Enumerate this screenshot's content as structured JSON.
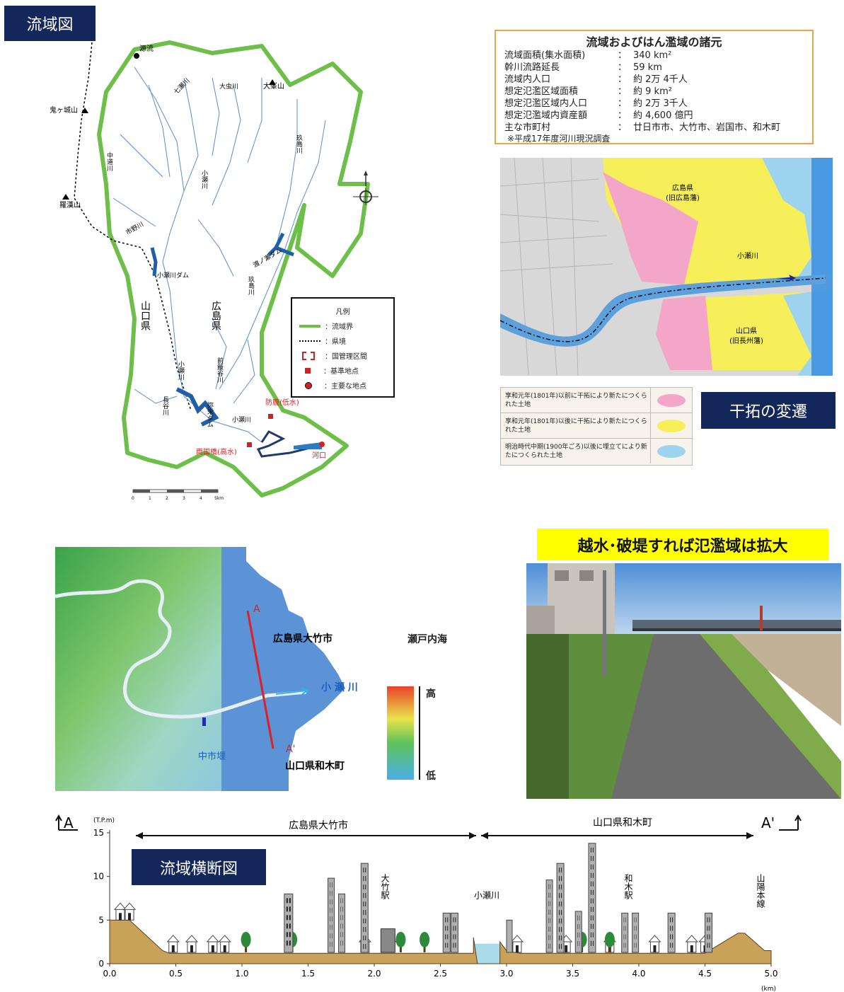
{
  "labels": {
    "basin_map": "流域図",
    "reclamation": "干拓の変遷",
    "cross_section": "流域横断図"
  },
  "basin_map": {
    "place_names": {
      "source": "源流",
      "onigajo": "鬼ヶ城山",
      "rakanzan": "羅漢山",
      "ohminesan": "大峯山",
      "nanasegawa": "七瀬川",
      "oomushigawa": "大虫川",
      "nakamichigawa": "中道川",
      "koseaw": "小瀬川",
      "gensuigawa": "玖島川",
      "ichinogawa": "市野川",
      "koseriver_dam": "小瀬川ダム",
      "yasenodam": "渡ノ瀬ダム",
      "gensui2": "玖島川",
      "yamaguchi": "山口県",
      "hiroshima": "広島県",
      "kose_lower": "小瀬川",
      "mae_iigawa": "前飯谷川",
      "nagatani": "長谷川",
      "yasaku_dam": "弥栄ダム",
      "kose3": "小瀬川",
      "bouka": "防鹿(低水)",
      "ryogoku": "両国橋(高水)",
      "kakou": "河口"
    },
    "legend": {
      "title": "凡例",
      "items": [
        {
          "label": "：流域界",
          "color": "#5cb85c"
        },
        {
          "label": "：県境",
          "color": "#000000"
        },
        {
          "label": "：国管理区間",
          "color": "#d62020"
        },
        {
          "label": "：基準地点",
          "color": "#d62020"
        },
        {
          "label": "：主要な地点",
          "color": "#d62020"
        }
      ]
    },
    "scale": [
      "0",
      "1",
      "2",
      "3",
      "4",
      "5km"
    ],
    "colors": {
      "boundary": "#6dbf4a",
      "river": "#5a8fc8",
      "dam": "#1f5fa8"
    }
  },
  "specs": {
    "title": "流域およびはん濫域の諸元",
    "rows": [
      {
        "k": "流域面積(集水面積)",
        "v": "340 km²"
      },
      {
        "k": "幹川流路延長",
        "v": "59 km"
      },
      {
        "k": "流域内人口",
        "v": "約 2万 4千人"
      },
      {
        "k": "想定氾濫区域面積",
        "v": "約 9 km²"
      },
      {
        "k": "想定氾濫区域内人口",
        "v": "約 2万 3千人"
      },
      {
        "k": "想定氾濫域内資産額",
        "v": "約 4,600 億円"
      },
      {
        "k": "主な市町村",
        "v": "廿日市市、大竹市、岩国市、和木町"
      }
    ],
    "colon": "：",
    "note": "※平成17年度河川現況調査"
  },
  "reclaim_map": {
    "hiroshima": "広島県",
    "hiroshima_sub": "(旧広島藩)",
    "yamaguchi": "山口県",
    "yamaguchi_sub": "(旧長州藩)",
    "river": "小瀬川",
    "legend": [
      {
        "text": "享和元年(1801年)以前に干拓により新たにつくられた土地",
        "color": "#f4a6c8"
      },
      {
        "text": "享和元年(1801年)以後に干拓により新たにつくられた土地",
        "color": "#f7ef5a"
      },
      {
        "text": "明治時代中期(1900年ごろ)以後に埋立てにより新たにつくられた土地",
        "color": "#9dd3ee"
      }
    ]
  },
  "elevation_map": {
    "a": "A",
    "a_prime": "A'",
    "otake": "広島県大竹市",
    "seto": "瀬戸内海",
    "kose": "小 瀬 川",
    "nakaichi": "中市堰",
    "waki": "山口県和木町",
    "high": "高",
    "low": "低"
  },
  "flood": {
    "banner": "越水･破堤すれば氾濫域は拡大"
  },
  "cross_section": {
    "left_mark": "A",
    "right_mark": "A'",
    "y_unit": "(T.P.m)",
    "x_unit": "(km)",
    "region_left": "広島県大竹市",
    "region_right": "山口県和木町",
    "river": "小瀬川",
    "otake_station": "大竹駅",
    "waki_station": "和木駅",
    "sanyo_line": "山陽本線",
    "chart_data": {
      "type": "area",
      "xlabel": "",
      "ylabel": "",
      "xlim": [
        0,
        5.0
      ],
      "ylim": [
        0,
        15
      ],
      "x_ticks": [
        "0.0",
        "0.5",
        "1.0",
        "1.5",
        "2.0",
        "2.5",
        "3.0",
        "3.5",
        "4.0",
        "4.5",
        "5.0"
      ],
      "y_ticks": [
        "0",
        "5",
        "10",
        "15"
      ],
      "ground": {
        "x": [
          0.0,
          0.15,
          0.4,
          0.45,
          2.75,
          2.75,
          2.78,
          2.95,
          2.95,
          3.0,
          3.1,
          4.5,
          4.75,
          4.8,
          4.95,
          5.0
        ],
        "y": [
          5.0,
          5.0,
          1.5,
          1.2,
          1.2,
          3.0,
          0.0,
          0.0,
          2.5,
          1.5,
          1.2,
          1.2,
          3.5,
          3.5,
          1.5,
          1.5
        ]
      },
      "colors": {
        "ground": "#c9a25a",
        "water": "#a9dbea",
        "building": "#b0b0b0"
      }
    }
  }
}
